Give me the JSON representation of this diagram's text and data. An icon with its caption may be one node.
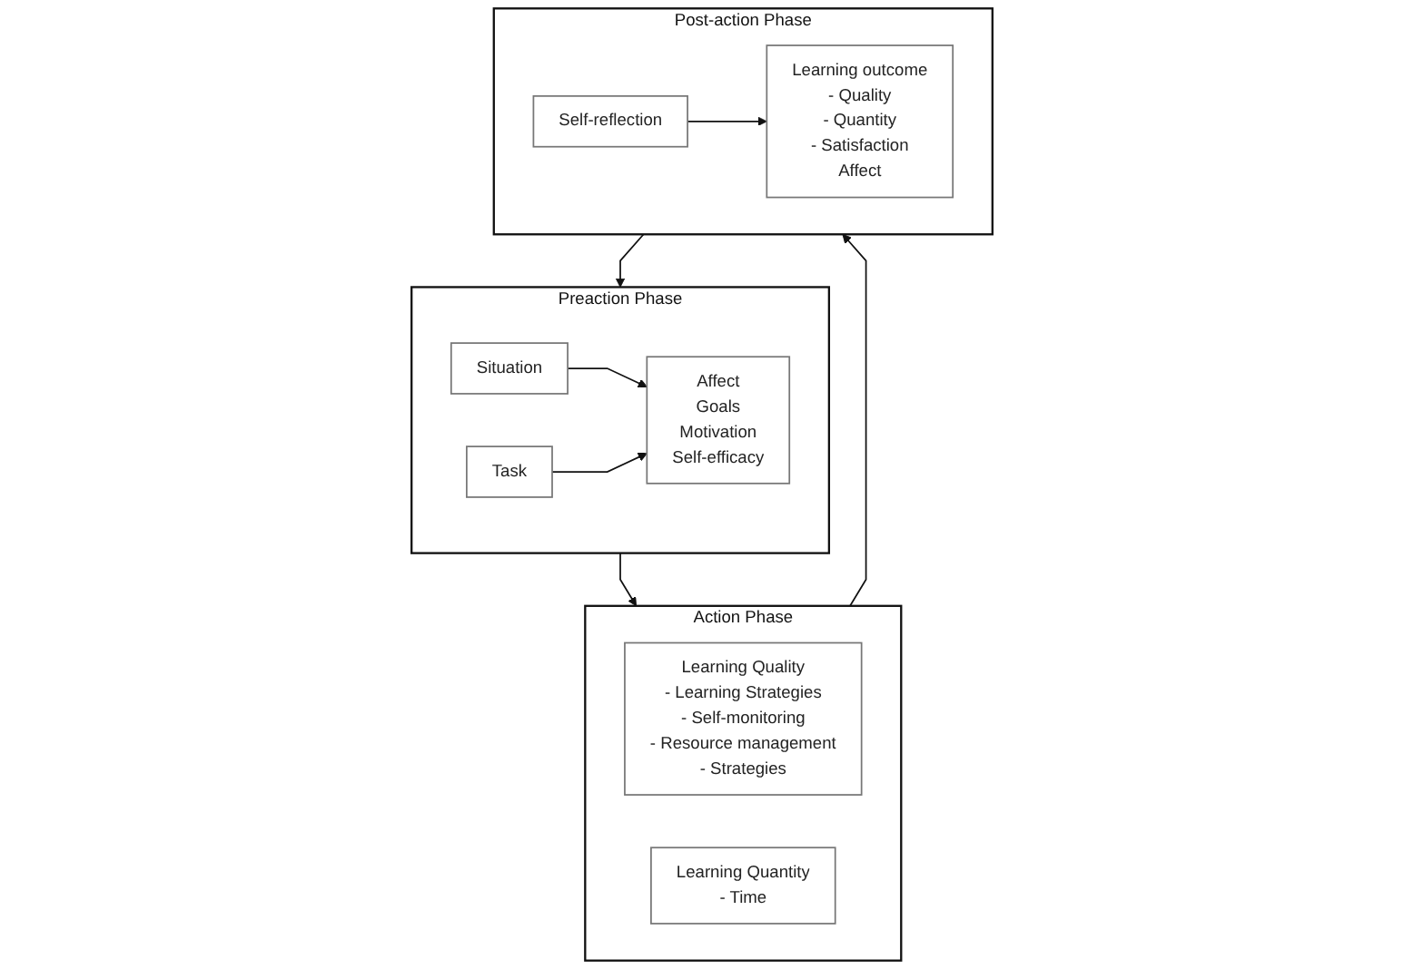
{
  "diagram": {
    "nodes": [
      {
        "text": [
          "Preaction Phase"
        ]
      },
      {
        "text": [
          "Situation"
        ],
        "in": 0
      },
      {
        "text": [
          "Task"
        ],
        "in": 0
      },
      {
        "text": [
          "Affect",
          "Goals",
          "Motivation",
          "Self-efficacy"
        ],
        "in": 0
      },
      {
        "text": [
          "Action Phase"
        ]
      },
      {
        "text": [
          "Learning Quality",
          "- Learning Strategies",
          "- Self-monitoring",
          "- Resource management",
          "- Strategies"
        ],
        "in": 4
      },
      {
        "text": [
          "Learning Quantity",
          "- Time"
        ],
        "in": 4
      },
      {
        "text": [
          "Post-action Phase"
        ]
      },
      {
        "text": [
          "Self-reflection"
        ],
        "in": 7
      },
      {
        "text": [
          "Learning outcome",
          "- Quality",
          "- Quantity",
          "- Satisfaction",
          "Affect"
        ],
        "in": 7
      }
    ],
    "edges": [
      {
        "from": 1,
        "to": 3,
        "arrow": "to"
      },
      {
        "from": 2,
        "to": 3,
        "arrow": "to"
      },
      {
        "from": 0,
        "to": 4,
        "arrow": "to"
      },
      {
        "from": 4,
        "to": 7,
        "arrow": "to"
      },
      {
        "from": 7,
        "to": 0,
        "arrow": "to"
      },
      {
        "from": 8,
        "to": 9,
        "arrow": "to"
      }
    ]
  }
}
